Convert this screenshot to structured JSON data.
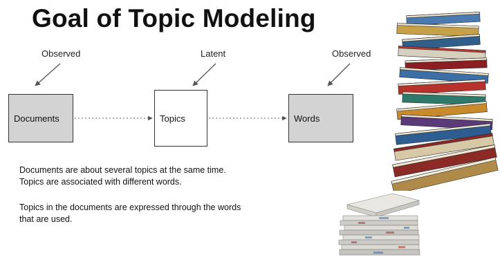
{
  "title": "Goal of Topic Modeling",
  "diagram": {
    "nodes": [
      {
        "id": "documents",
        "label": "Documents",
        "annotation": "Observed",
        "style": "grey"
      },
      {
        "id": "topics",
        "label": "Topics",
        "annotation": "Latent",
        "style": "white"
      },
      {
        "id": "words",
        "label": "Words",
        "annotation": "Observed",
        "style": "grey"
      }
    ],
    "edges": [
      {
        "from": "documents",
        "to": "topics",
        "style": "dotted"
      },
      {
        "from": "topics",
        "to": "words",
        "style": "dotted"
      }
    ]
  },
  "text": {
    "para1_line1": "Documents are about several topics at the same time.",
    "para1_line2": "Topics are associated with different words.",
    "para2_line1": "Topics in the documents are expressed through the words",
    "para2_line2": "that are used."
  },
  "images": {
    "books": "stack-of-books-illustration",
    "newspapers": "stack-of-newspapers-illustration"
  },
  "colors": {
    "box_grey": "#d3d3d3",
    "arrow": "#555555"
  }
}
